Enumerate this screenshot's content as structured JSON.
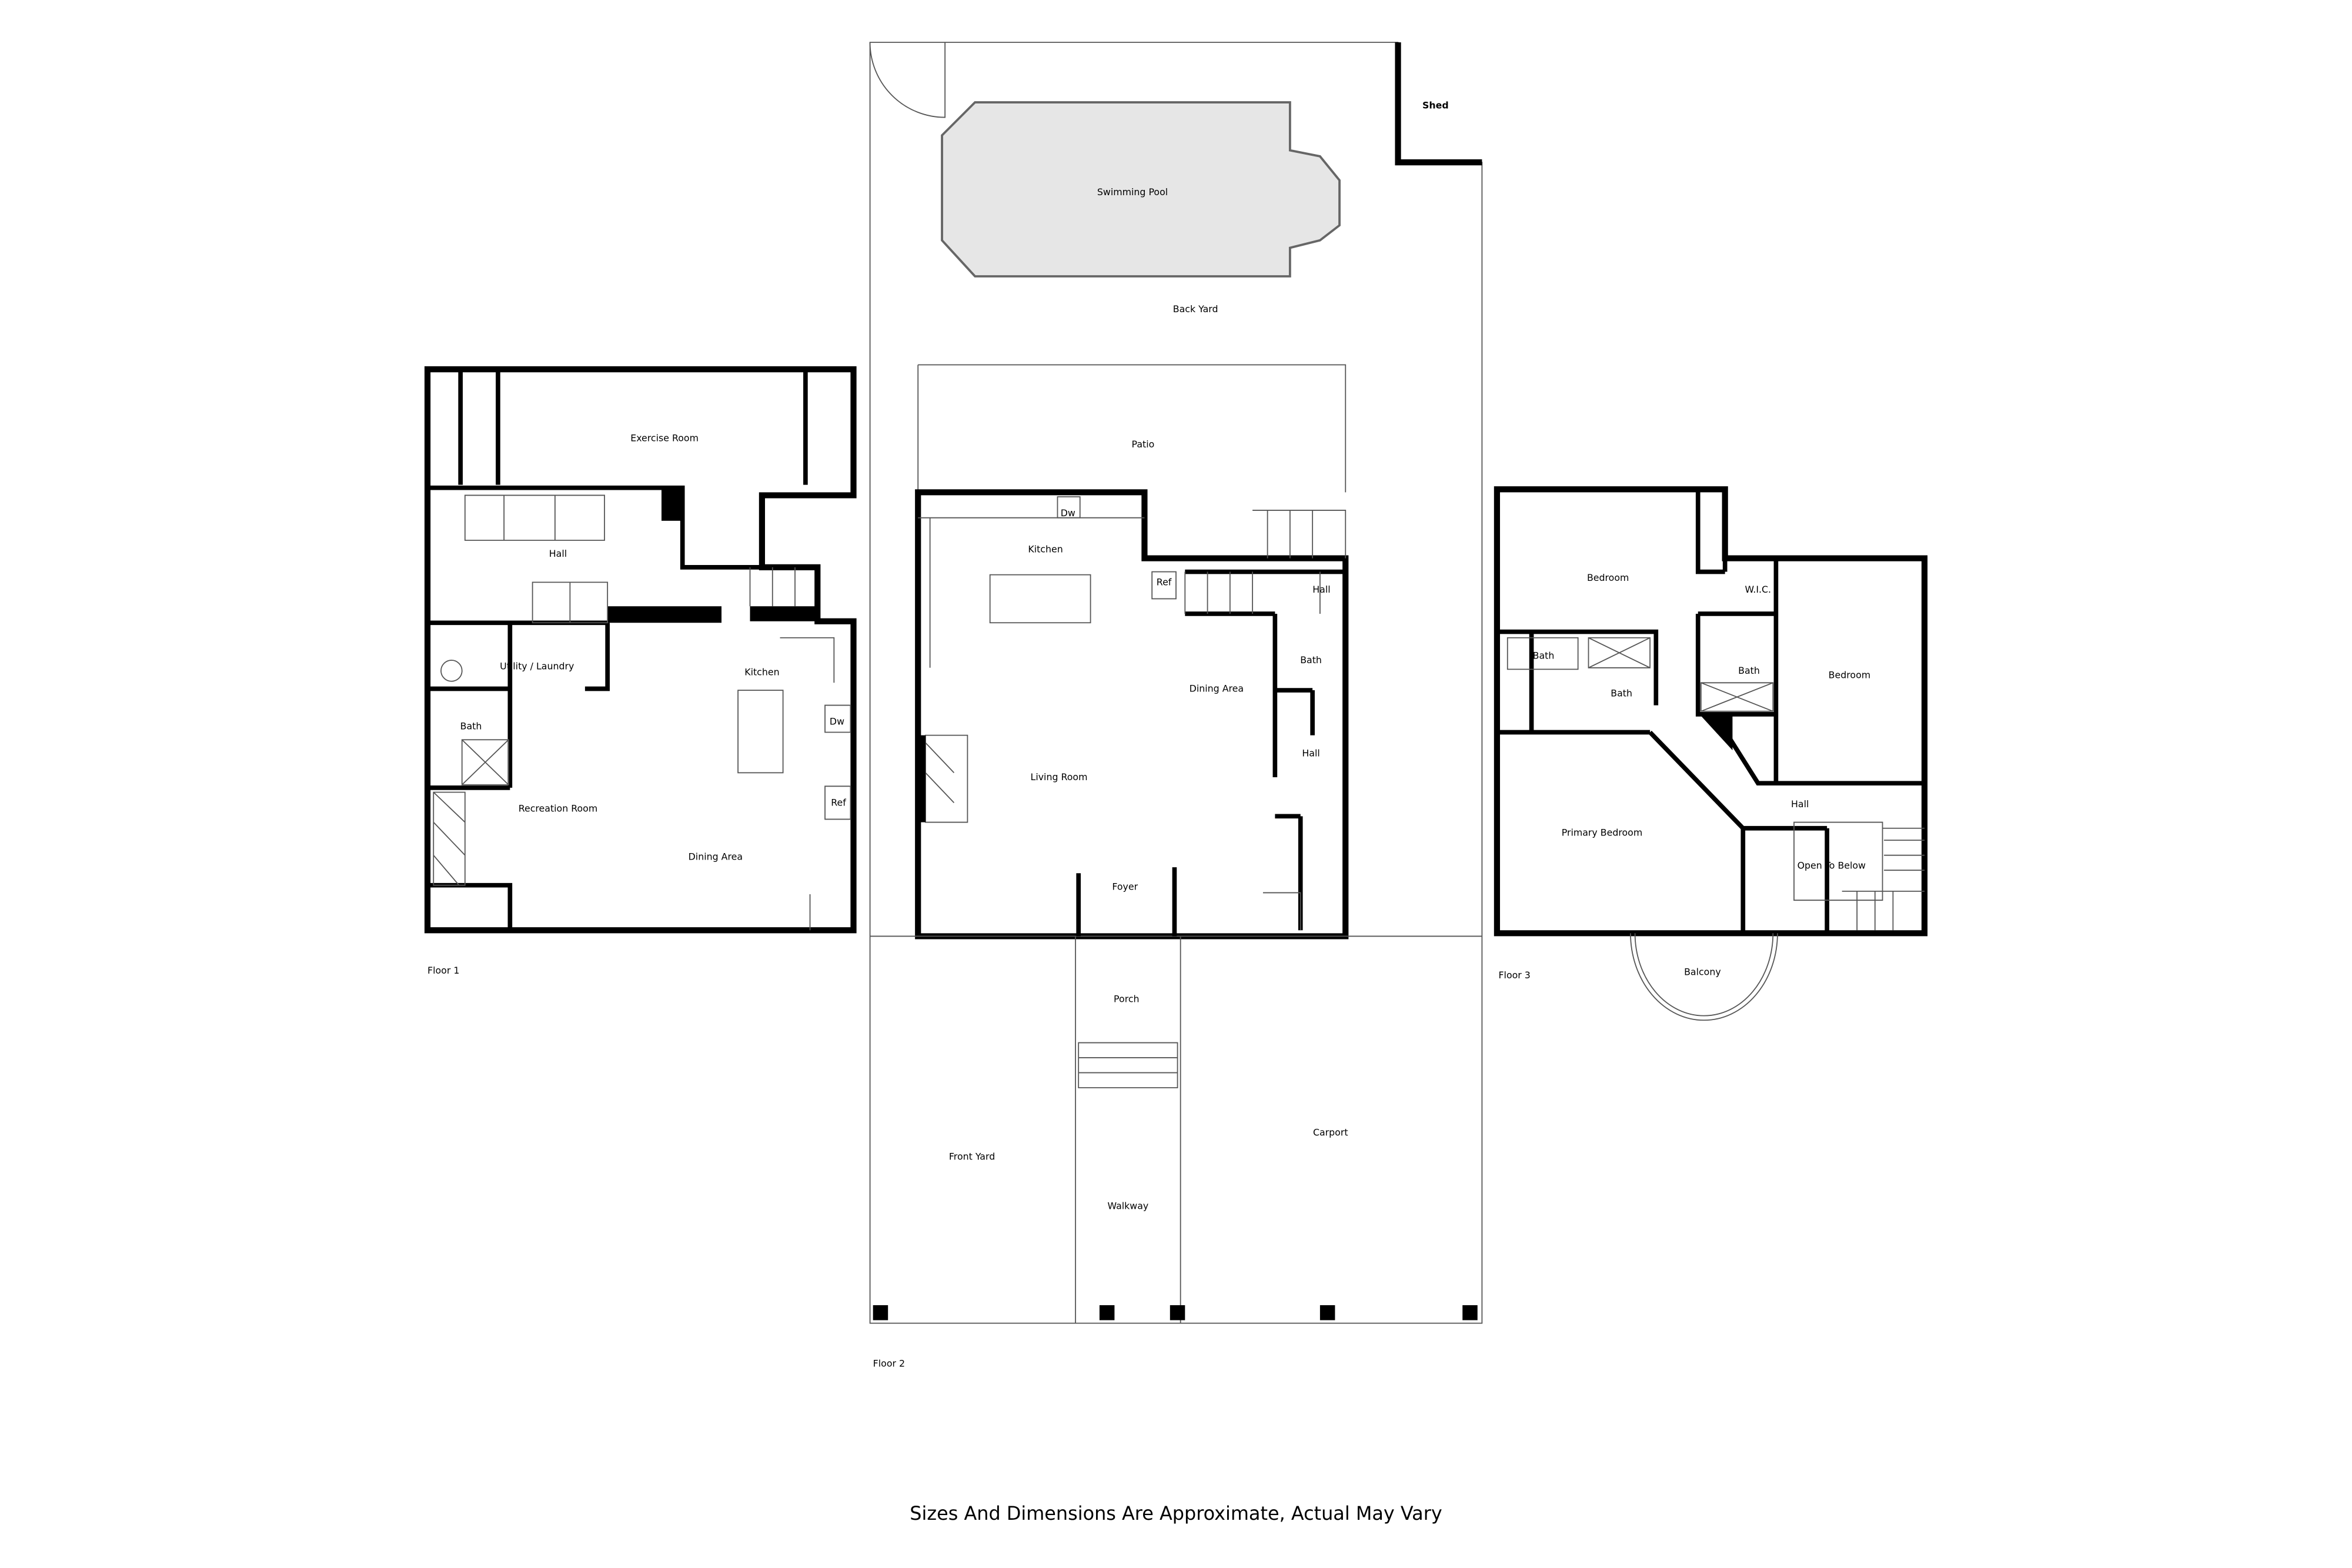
{
  "floor1": {
    "label": "Floor 1",
    "rooms": [
      "Exercise Room",
      "Hall",
      "Utility / Laundry",
      "Kitchen",
      "Bath",
      "Recreation Room",
      "Dining Area"
    ],
    "appliances": [
      "Dw",
      "Ref"
    ]
  },
  "floor2": {
    "label": "Floor 2",
    "rooms": [
      "Shed",
      "Swimming Pool",
      "Back Yard",
      "Patio",
      "Kitchen",
      "Hall",
      "Bath",
      "Dining Area",
      "Living Room",
      "Hall",
      "Foyer",
      "Porch",
      "Front Yard",
      "Walkway",
      "Carport"
    ],
    "appliances": [
      "Dw",
      "Ref"
    ]
  },
  "floor3": {
    "label": "Floor 3",
    "rooms": [
      "Bedroom",
      "W.I.C.",
      "Bath",
      "Bath",
      "Bath",
      "Bedroom",
      "Hall",
      "Primary Bedroom",
      "Open To Below",
      "Balcony"
    ]
  },
  "disclaimer": "Sizes And Dimensions Are Approximate, Actual May Vary"
}
